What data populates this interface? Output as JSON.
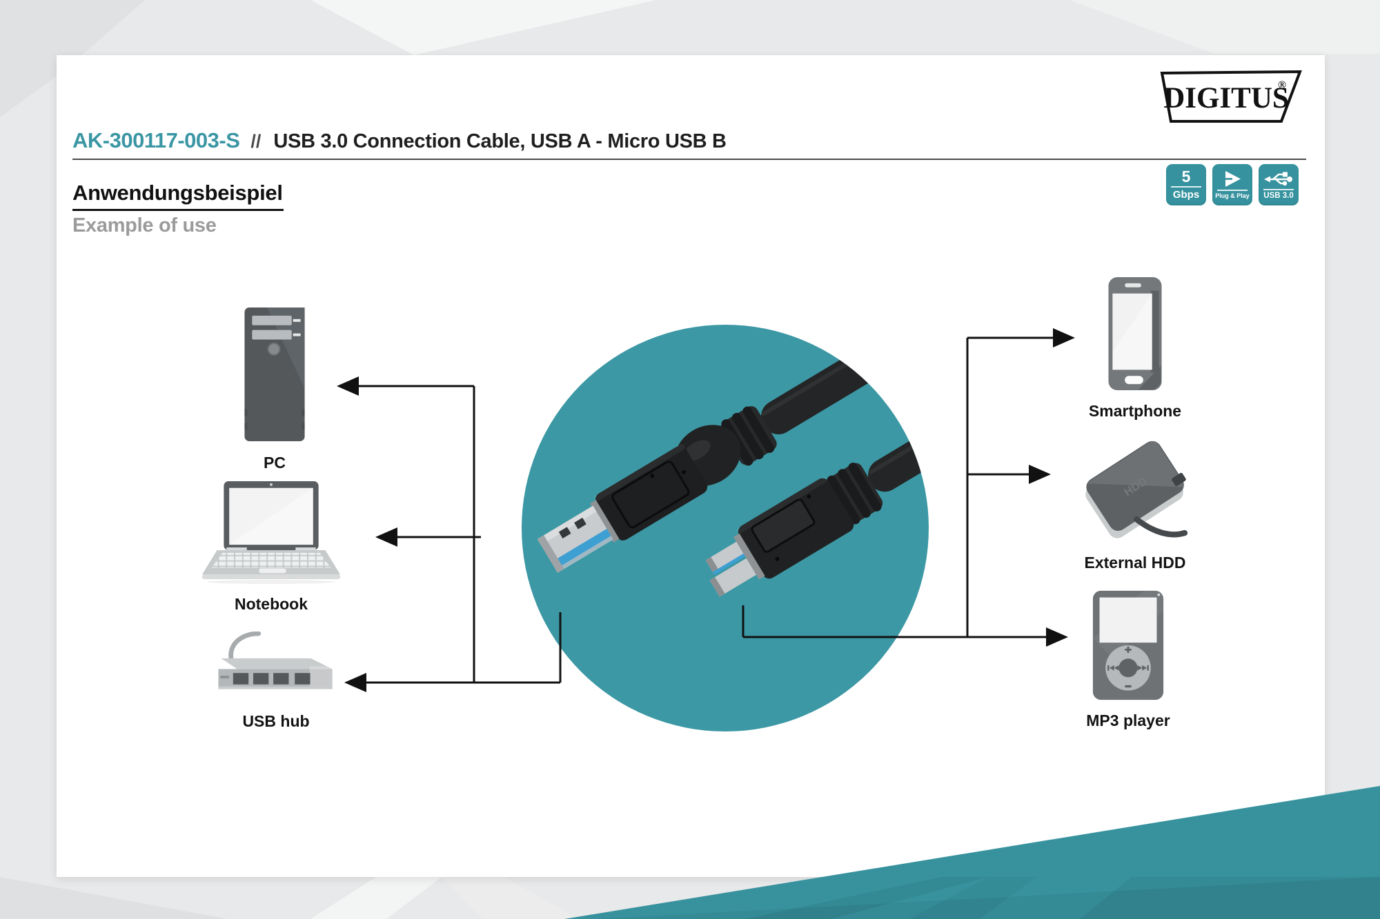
{
  "brand": {
    "name": "DIGITUS",
    "registered": "®"
  },
  "header": {
    "product_code": "AK-300117-003-S",
    "separator": "//",
    "title": "USB 3.0 Connection Cable, USB A - Micro USB B"
  },
  "section": {
    "title_de": "Anwendungsbeispiel",
    "title_en": "Example of use"
  },
  "badges": {
    "speed": {
      "value": "5",
      "unit": "Gbps",
      "icon": "speed-badge"
    },
    "plug_and_play": {
      "label": "Plug & Play",
      "icon": "play-icon"
    },
    "usb30": {
      "label": "USB 3.0",
      "icon": "usb-trident-icon"
    }
  },
  "diagram": {
    "left_devices": [
      {
        "id": "pc",
        "label": "PC"
      },
      {
        "id": "notebook",
        "label": "Notebook"
      },
      {
        "id": "usb-hub",
        "label": "USB hub"
      }
    ],
    "right_devices": [
      {
        "id": "smartphone",
        "label": "Smartphone"
      },
      {
        "id": "external-hdd",
        "label": "External HDD",
        "icon_text": "HDD"
      },
      {
        "id": "mp3-player",
        "label": "MP3 player"
      }
    ]
  },
  "colors": {
    "accent_teal": "#35929E",
    "circle_teal": "#3C98A4",
    "code_teal": "#3B96A4",
    "muted_gray": "#9B9B9B",
    "label_black": "#131313"
  }
}
